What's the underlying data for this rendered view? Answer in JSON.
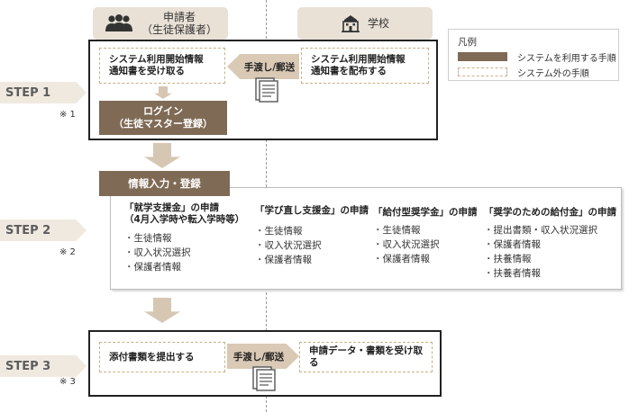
{
  "headers": {
    "applicant": {
      "label": "申請者",
      "sub": "（生徒保護者）",
      "icon": "people-icon"
    },
    "school": {
      "label": "学校",
      "icon": "school-building-icon"
    }
  },
  "legend": {
    "title": "凡例",
    "solid": "システムを利用する手順",
    "dashed": "システム外の手順"
  },
  "steps": {
    "step1": {
      "label": "STEP 1",
      "note": "※ 1"
    },
    "step2": {
      "label": "STEP 2",
      "note": "※ 2"
    },
    "step3": {
      "label": "STEP 3",
      "note": "※ 3"
    }
  },
  "step1": {
    "receive_notice": [
      "システム利用開始情報",
      "通知書を受け取る"
    ],
    "distribute_notice": [
      "システム利用開始情報",
      "通知書を配布する"
    ],
    "handover": "手渡し/郵送",
    "login": [
      "ログイン",
      "（生徒マスター登録）"
    ]
  },
  "step2": {
    "input_register": "情報入力・登録",
    "columns": [
      {
        "title": [
          "「就学支援金」の申請",
          "（4月入学時や転入学時等）"
        ],
        "items": [
          "生徒情報",
          "収入状況選択",
          "保護者情報"
        ]
      },
      {
        "title": [
          "「学び直し支援金」の申請"
        ],
        "items": [
          "生徒情報",
          "収入状況選択",
          "保護者情報"
        ]
      },
      {
        "title": [
          "「給付型奨学金」の申請"
        ],
        "items": [
          "生徒情報",
          "収入状況選択",
          "保護者情報"
        ]
      },
      {
        "title": [
          "「奨学のための給付金」の申請"
        ],
        "items": [
          "提出書類・収入状況選択",
          "保護者情報",
          "扶養情報",
          "扶養者情報"
        ]
      }
    ]
  },
  "step3": {
    "submit_docs": "添付書類を提出する",
    "handover": "手渡し/郵送",
    "receive_data": "申請データ・書類を受け取る"
  },
  "colors": {
    "accent": "#7f6a55",
    "light": "#d9c9b5",
    "header_bg": "#e9e1d6"
  }
}
